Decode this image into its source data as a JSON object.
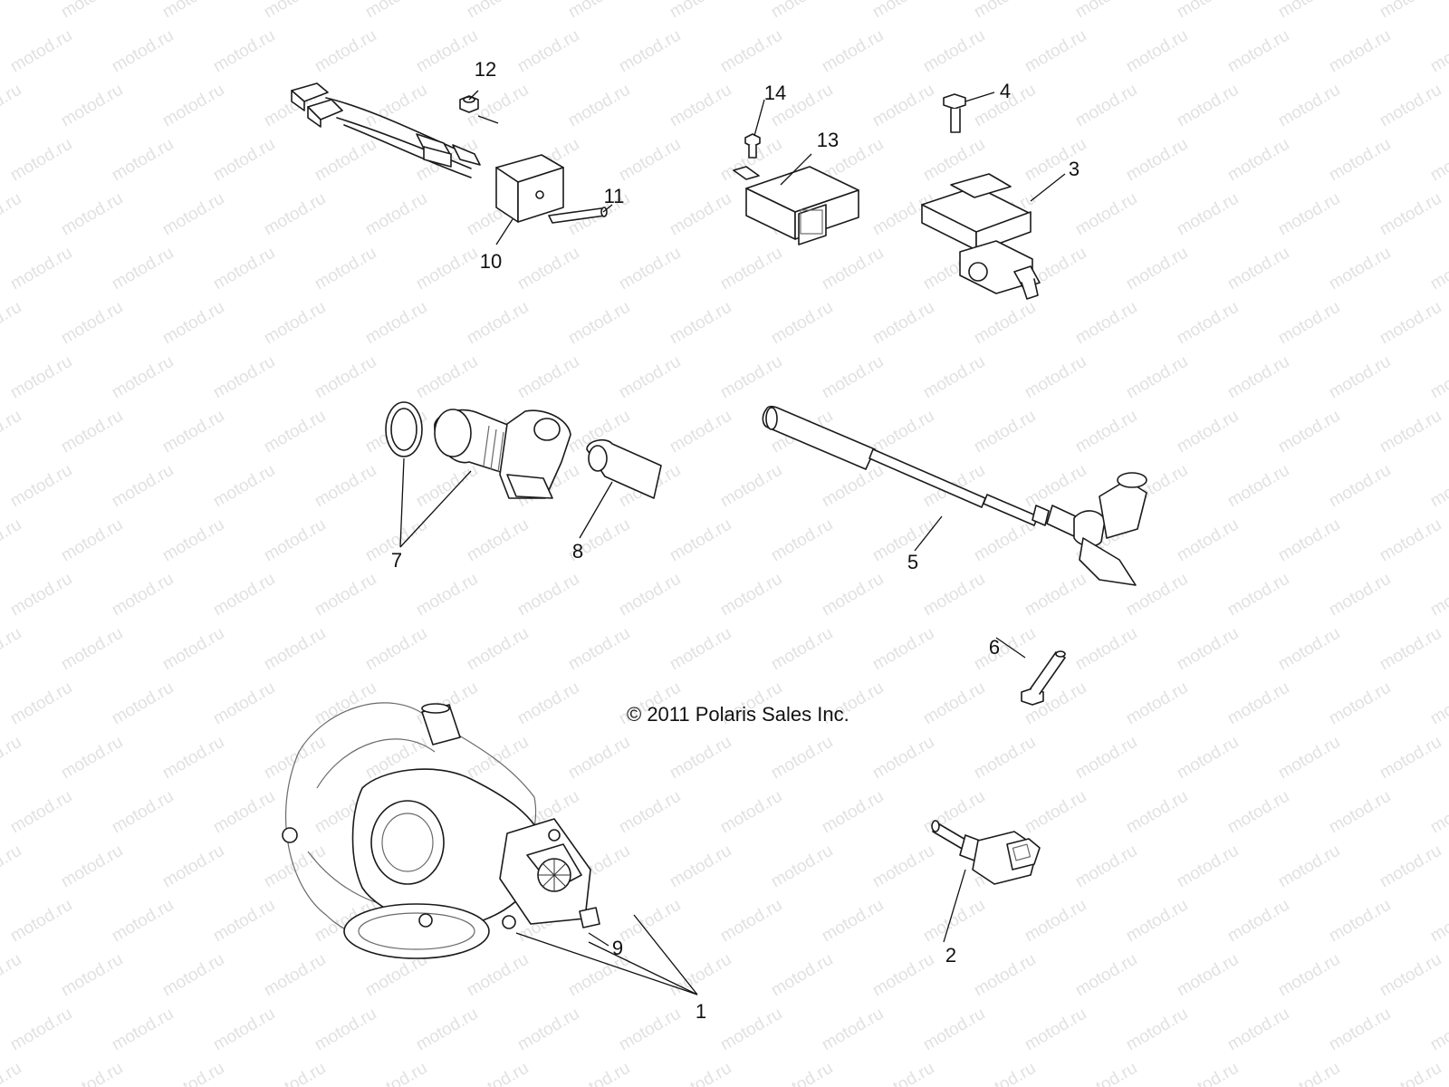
{
  "watermark": "motod.ru",
  "copyright": "© 2011 Polaris Sales Inc.",
  "callouts": [
    "1",
    "2",
    "3",
    "4",
    "5",
    "6",
    "7",
    "8",
    "9",
    "10",
    "11",
    "12",
    "13",
    "14"
  ]
}
